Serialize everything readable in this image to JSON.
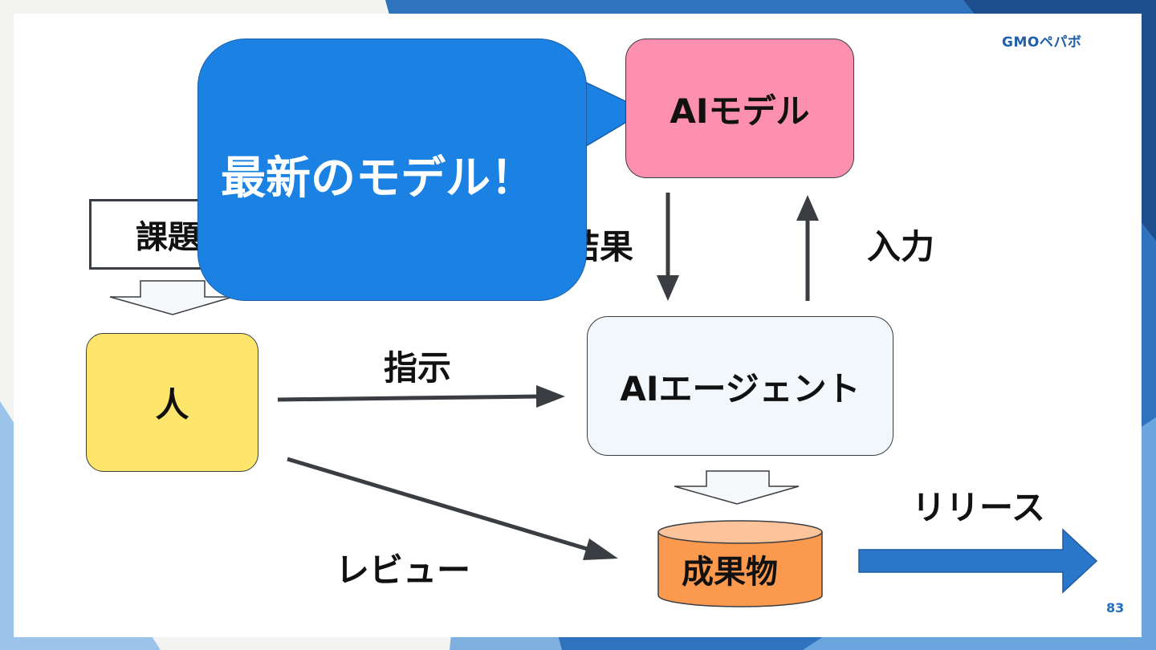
{
  "logo": {
    "text": "GMOペパボ"
  },
  "page_number": "83",
  "nodes": {
    "task": "課題",
    "human": "人",
    "ai_model": "AIモデル",
    "ai_agent": "AIエージェント",
    "deliverable": "成果物"
  },
  "edges": {
    "result": "結果",
    "input": "入力",
    "instruction": "指示",
    "review": "レビュー",
    "release": "リリース"
  },
  "callout": {
    "text": "最新のモデル！"
  },
  "colors": {
    "human": "#fde66b",
    "ai_model": "#fd8faf",
    "ai_agent": "#f1f7fb",
    "deliverable": "#fb9a4f",
    "deliverable_top": "#fdc39a",
    "callout": "#1b82e4",
    "release_arrow": "#2a78cc",
    "arrow": "#3a3d42"
  }
}
